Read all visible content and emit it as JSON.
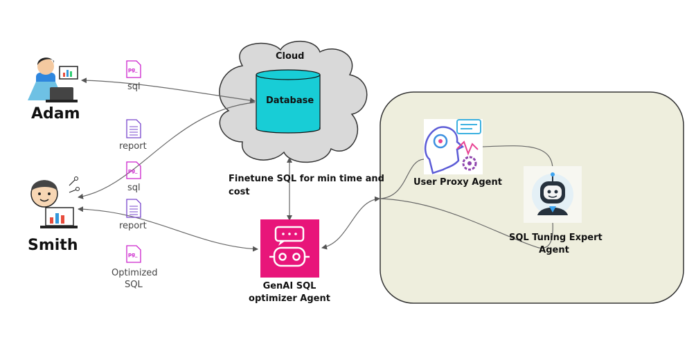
{
  "colors": {
    "database_fill": "#18cdd6",
    "cloud_fill": "#d9d9d9",
    "agent_fill": "#e8157a",
    "panel_fill": "#eeeedd",
    "file_icon": "#cc22cc",
    "report_icon": "#7744cc",
    "arrow": "#666666"
  },
  "actors": {
    "adam": {
      "name": "Adam",
      "icon": "businessman-laptop-icon"
    },
    "smith": {
      "name": "Smith",
      "icon": "user-laptop-chart-icon"
    }
  },
  "cloud": {
    "label": "Cloud",
    "database_label": "Database"
  },
  "files": {
    "adam_sql": {
      "label": "sql",
      "icon": "pg-file-icon"
    },
    "report_1": {
      "label": "report",
      "icon": "report-file-icon"
    },
    "smith_sql": {
      "label": "sql",
      "icon": "pg-file-icon"
    },
    "report_2": {
      "label": "report",
      "icon": "report-file-icon"
    },
    "optimized_line1": "Optimized",
    "optimized_line2": "SQL",
    "optimized_icon": "pg-file-icon"
  },
  "finetune": {
    "line1": "Finetune SQL for min time and",
    "line2": "cost"
  },
  "genai_agent": {
    "line1": "GenAI SQL",
    "line2": "optimizer Agent",
    "icon": "robot-chat-icon"
  },
  "user_proxy_agent": {
    "label": "User Proxy Agent",
    "icon": "ai-head-gear-icon"
  },
  "sql_expert_agent": {
    "line1": "SQL Tuning Expert",
    "line2": "Agent",
    "icon": "robot-avatar-icon"
  }
}
